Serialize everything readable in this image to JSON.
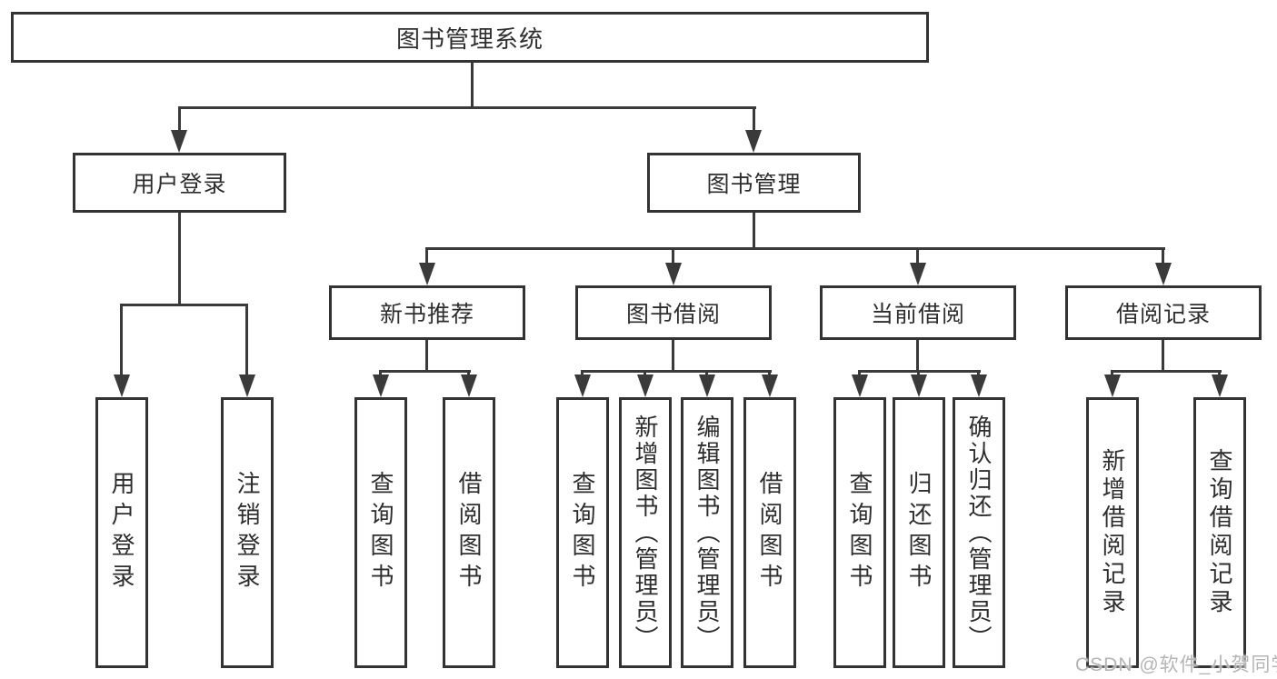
{
  "tree": {
    "root": {
      "label": "图书管理系统"
    },
    "children": [
      {
        "label": "用户登录",
        "children": [
          {
            "label": "用户登录"
          },
          {
            "label": "注销登录"
          }
        ]
      },
      {
        "label": "图书管理",
        "children": [
          {
            "label": "新书推荐",
            "children": [
              {
                "label": "查询图书"
              },
              {
                "label": "借阅图书"
              }
            ]
          },
          {
            "label": "图书借阅",
            "children": [
              {
                "label": "查询图书"
              },
              {
                "label": "新增图书（管理员）"
              },
              {
                "label": "编辑图书（管理员）"
              },
              {
                "label": "借阅图书"
              }
            ]
          },
          {
            "label": "当前借阅",
            "children": [
              {
                "label": "查询图书"
              },
              {
                "label": "归还图书"
              },
              {
                "label": "确认归还（管理员）"
              }
            ]
          },
          {
            "label": "借阅记录",
            "children": [
              {
                "label": "新增借阅记录"
              },
              {
                "label": "查询借阅记录"
              }
            ]
          }
        ]
      }
    ]
  },
  "watermark": {
    "text": "CSDN @软件_小贺同学"
  },
  "colors": {
    "line": "#3a3a3a",
    "box_border": "#333333",
    "text": "#2e2e2e",
    "background": "#ffffff",
    "watermark": "#b5b5b5"
  }
}
